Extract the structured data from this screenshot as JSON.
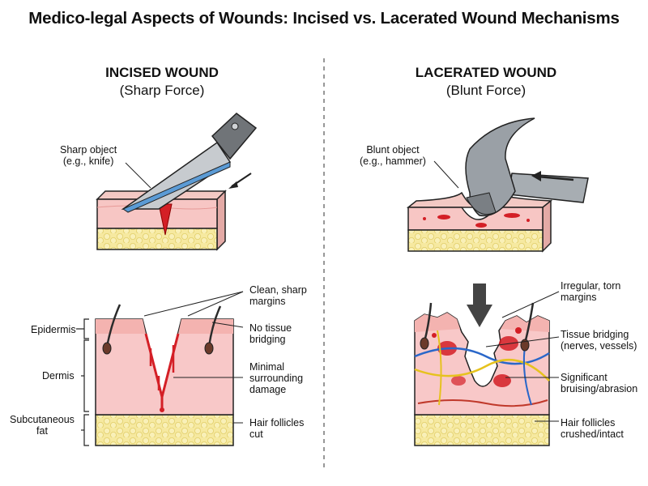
{
  "title": "Medico-legal Aspects of Wounds: Incised vs. Lacerated Wound Mechanisms",
  "incised": {
    "heading": "INCISED WOUND",
    "subheading": "(Sharp Force)",
    "object_label": [
      "Sharp object",
      "(e.g., knife)"
    ],
    "layer_labels": {
      "epidermis": "Epidermis",
      "dermis": "Dermis",
      "fat": [
        "Subcutaneous",
        "fat"
      ]
    },
    "features": [
      [
        "Clean, sharp",
        "margins"
      ],
      [
        "No tissue",
        "bridging"
      ],
      [
        "Minimal",
        "surrounding",
        "damage"
      ],
      [
        "Hair follicles",
        "cut"
      ]
    ]
  },
  "lacerated": {
    "heading": "LACERATED WOUND",
    "subheading": "(Blunt Force)",
    "object_label": [
      "Blunt object",
      "(e.g., hammer)"
    ],
    "features": [
      [
        "Irregular, torn",
        "margins"
      ],
      [
        "Tissue bridging",
        "(nerves, vessels)"
      ],
      [
        "Significant",
        "bruising/abrasion"
      ],
      [
        "Hair follicles",
        "crushed/intact"
      ]
    ]
  },
  "colors": {
    "skin": "#f7c2c2",
    "skin_light": "#fbd9d6",
    "fat": "#f6e9a0",
    "blood": "#d41f26",
    "metal": "#9aa0a6",
    "blade_edge": "#5b9bd5"
  }
}
